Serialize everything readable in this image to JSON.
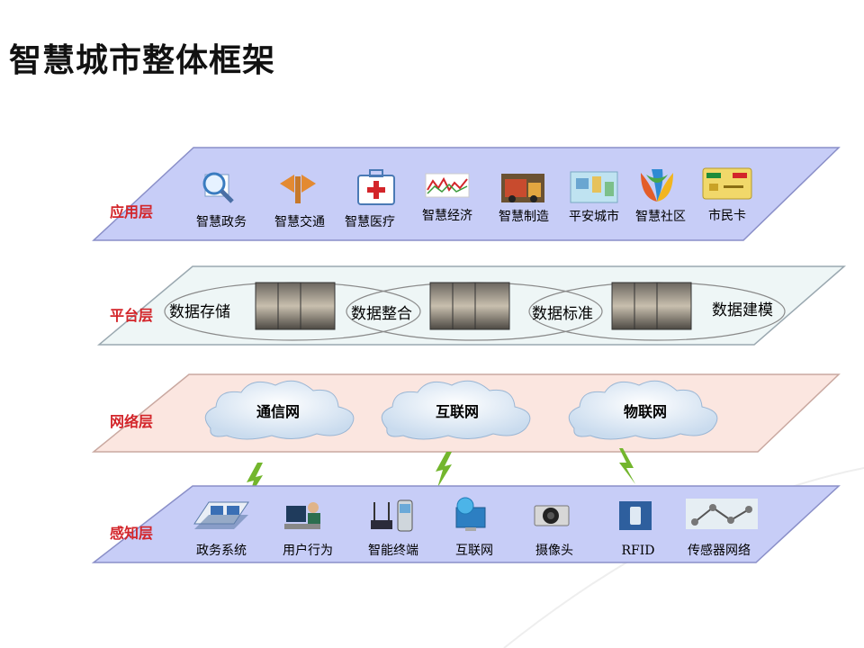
{
  "title": "智慧城市整体框架",
  "colors": {
    "app_layer": "#c7cdf7",
    "platform_layer": "#eef6f6",
    "network_layer": "#fbe6e0",
    "sensing_layer": "#c7cdf7",
    "layer_label": "#d3252a",
    "link": "#73b62d"
  },
  "layers": {
    "application": {
      "label": "应用层",
      "items": [
        {
          "label": "智慧政务",
          "icon": "magnifier-document-icon"
        },
        {
          "label": "智慧交通",
          "icon": "road-sign-icon"
        },
        {
          "label": "智慧医疗",
          "icon": "first-aid-kit-icon"
        },
        {
          "label": "智慧经济",
          "icon": "stock-chart-icon"
        },
        {
          "label": "智慧制造",
          "icon": "truck-icon"
        },
        {
          "label": "平安城市",
          "icon": "city-map-icon"
        },
        {
          "label": "智慧社区",
          "icon": "community-logo-icon"
        },
        {
          "label": "市民卡",
          "icon": "citizen-card-icon"
        }
      ]
    },
    "platform": {
      "label": "平台层",
      "items": [
        "数据存储",
        "数据整合",
        "数据标准",
        "数据建模"
      ]
    },
    "network": {
      "label": "网络层",
      "items": [
        "通信网",
        "互联网",
        "物联网"
      ]
    },
    "sensing": {
      "label": "感知层",
      "items": [
        {
          "label": "政务系统",
          "icon": "monitor-windows-icon"
        },
        {
          "label": "用户行为",
          "icon": "computer-user-icon"
        },
        {
          "label": "智能终端",
          "icon": "router-phone-icon"
        },
        {
          "label": "互联网",
          "icon": "globe-monitor-icon"
        },
        {
          "label": "摄像头",
          "icon": "camera-icon"
        },
        {
          "label": "RFID",
          "icon": "rfid-tag-icon"
        },
        {
          "label": "传感器网络",
          "icon": "sensor-network-icon"
        }
      ]
    }
  }
}
